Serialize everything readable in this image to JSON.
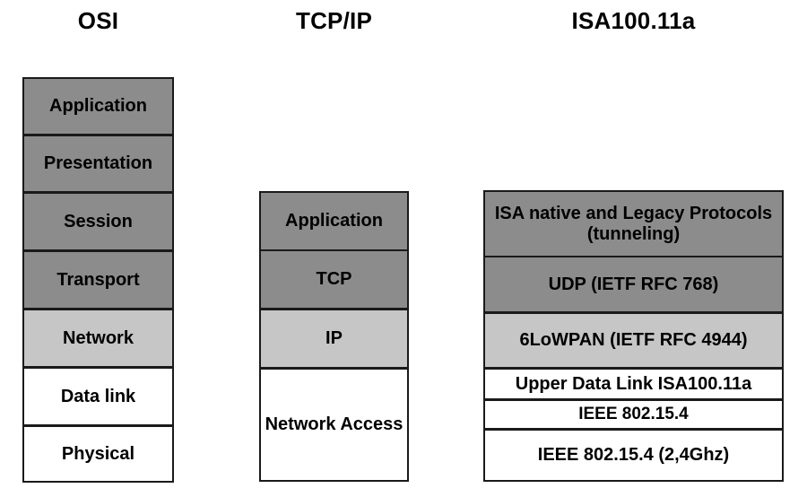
{
  "colors": {
    "fill_dark": "#8c8c8c",
    "fill_light": "#c6c6c6",
    "fill_white": "#ffffff",
    "border": "#1a1a1a",
    "text": "#000000",
    "background": "#ffffff"
  },
  "columns": {
    "osi": {
      "title": "OSI",
      "layers": [
        {
          "label": "Application",
          "fill": "dark"
        },
        {
          "label": "Presentation",
          "fill": "dark"
        },
        {
          "label": "Session",
          "fill": "dark"
        },
        {
          "label": "Transport",
          "fill": "dark"
        },
        {
          "label": "Network",
          "fill": "light"
        },
        {
          "label": "Data link",
          "fill": "white"
        },
        {
          "label": "Physical",
          "fill": "white"
        }
      ]
    },
    "tcpip": {
      "title": "TCP/IP",
      "layers": [
        {
          "label": "Application",
          "fill": "dark"
        },
        {
          "label": "TCP",
          "fill": "dark"
        },
        {
          "label": "IP",
          "fill": "light"
        },
        {
          "label": "Network Access",
          "fill": "white"
        }
      ]
    },
    "isa": {
      "title": "ISA100.11a",
      "layers": [
        {
          "label": "ISA native and Legacy Protocols (tunneling)",
          "fill": "dark"
        },
        {
          "label": "UDP (IETF RFC 768)",
          "fill": "dark"
        },
        {
          "label": "6LoWPAN (IETF RFC 4944)",
          "fill": "light"
        },
        {
          "label": "Upper Data Link ISA100.11a",
          "fill": "white"
        },
        {
          "label": "IEEE 802.15.4",
          "fill": "white"
        },
        {
          "label": "IEEE 802.15.4 (2,4Ghz)",
          "fill": "white"
        }
      ]
    }
  }
}
